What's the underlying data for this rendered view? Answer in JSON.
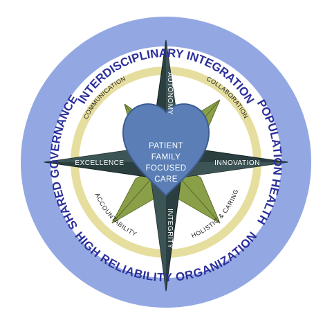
{
  "outer_ring": {
    "top": "INTERDISCIPLINARY INTEGRATION",
    "right": "POPULATION HEALTH",
    "bottom": "HIGH RELIABILITY ORGANIZATION",
    "left": "SHARED GOVERNANCE"
  },
  "inner_ring": {
    "upper_left": "COMMUNICATION",
    "upper_right": "COLLABORATION",
    "lower_left": "ACCOUNTABILITY",
    "lower_right": "HOLISTIC & CARING"
  },
  "star_points": {
    "north": "AUTONOMY",
    "east": "INNOVATION",
    "south": "INTEGRITY",
    "west": "EXCELLENCE"
  },
  "center": {
    "line1": "PATIENT",
    "line2": "FAMILY",
    "line3": "FOCUSED",
    "line4": "CARE"
  },
  "colors": {
    "outer_ring": "#93a8e3",
    "inner_ring": "#e6de9e",
    "star_main": "#2b3f40",
    "star_minor": "#8aa048",
    "heart": "#5a7eb5",
    "outer_text": "#2b2f9a"
  }
}
